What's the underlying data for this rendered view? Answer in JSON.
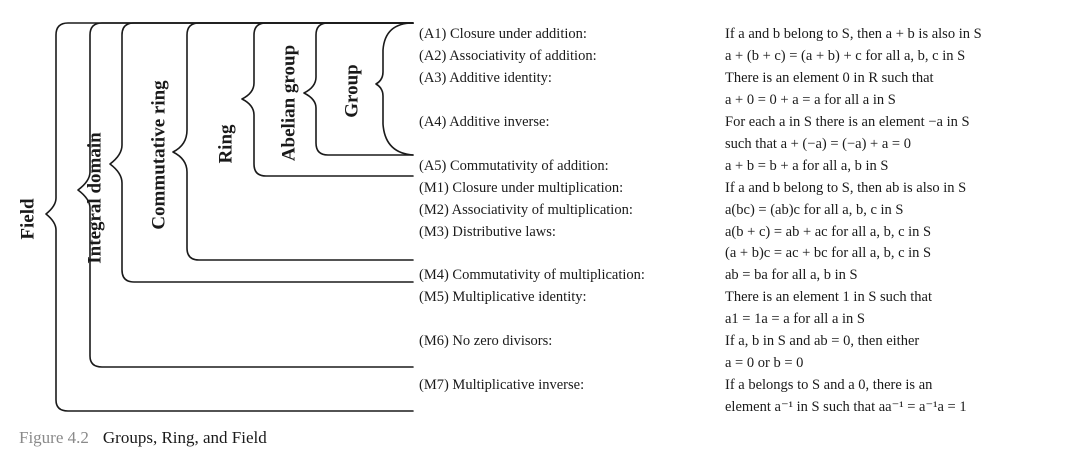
{
  "hierarchy_labels": {
    "field": "Field",
    "integral_domain": "Integral domain",
    "commutative_ring": "Commutative ring",
    "ring": "Ring",
    "abelian_group": "Abelian group",
    "group": "Group"
  },
  "axioms": [
    {
      "id": "A1",
      "label": "(A1) Closure under addition:"
    },
    {
      "id": "A2",
      "label": "(A2) Associativity of addition:"
    },
    {
      "id": "A3",
      "label": "(A3) Additive identity:"
    },
    {
      "id": "A4",
      "label": "(A4) Additive inverse:"
    },
    {
      "id": "A5",
      "label": "(A5) Commutativity of addition:"
    },
    {
      "id": "M1",
      "label": "(M1) Closure under multiplication:"
    },
    {
      "id": "M2",
      "label": "(M2) Associativity of multiplication:"
    },
    {
      "id": "M3",
      "label": "(M3) Distributive laws:"
    },
    {
      "id": "M4",
      "label": "(M4) Commutativity of multiplication:"
    },
    {
      "id": "M5",
      "label": "(M5) Multiplicative identity:"
    },
    {
      "id": "M6",
      "label": "(M6) No zero divisors:"
    },
    {
      "id": "M7",
      "label": "(M7) Multiplicative inverse:"
    }
  ],
  "descriptions": [
    "If a and b belong to S, then a + b is also in S",
    "a + (b + c) = (a + b) + c for all a, b, c in S",
    "There is an element 0 in R such that",
    "a + 0 = 0 + a = a for all a in S",
    "For each a in S there is an element −a in S",
    "such that a + (−a) = (−a) + a = 0",
    "a + b = b + a for all a, b in S",
    "If a and b belong to S, then ab is also in S",
    "a(bc) = (ab)c for all a, b, c in S",
    "a(b + c) = ab + ac for all a, b, c in S",
    "(a + b)c = ac + bc for all a, b, c in S",
    "ab = ba for all a, b in S",
    "There is an element 1 in S such that",
    "a1 = 1a = a for all a in S",
    "If a, b in S and ab = 0, then either",
    "a = 0 or b = 0",
    "If a belongs to S and a  0, there is an",
    "element a⁻¹ in S such that aa⁻¹ = a⁻¹a = 1"
  ],
  "caption": {
    "number": "Figure 4.2",
    "title": "Groups, Ring, and Field"
  }
}
